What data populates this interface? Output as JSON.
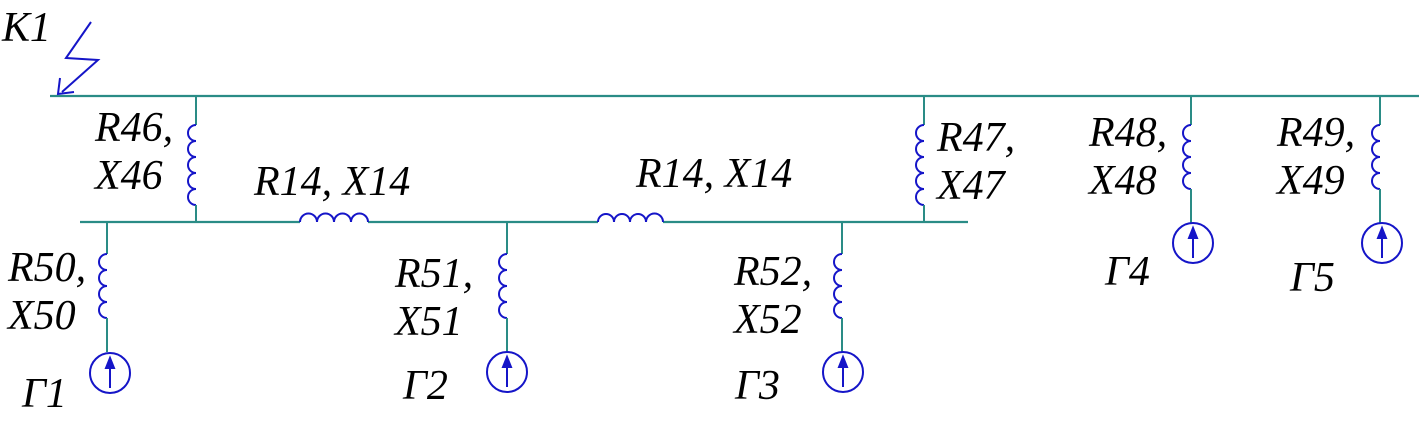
{
  "fault": {
    "label": "К1"
  },
  "branches": {
    "r46": {
      "line1": "R46,",
      "line2": "X46"
    },
    "r47": {
      "line1": "R47,",
      "line2": "X47"
    },
    "r48": {
      "line1": "R48,",
      "line2": "X48"
    },
    "r49": {
      "line1": "R49,",
      "line2": "X49"
    },
    "r50": {
      "line1": "R50,",
      "line2": "X50"
    },
    "r51": {
      "line1": "R51,",
      "line2": "X51"
    },
    "r52": {
      "line1": "R52,",
      "line2": "X52"
    },
    "r14a": {
      "label": "R14, X14"
    },
    "r14b": {
      "label": "R14, X14"
    }
  },
  "generators": {
    "g1": {
      "label": "Г1"
    },
    "g2": {
      "label": "Г2"
    },
    "g3": {
      "label": "Г3"
    },
    "g4": {
      "label": "Г4"
    },
    "g5": {
      "label": "Г5"
    }
  },
  "colors": {
    "bus": "#2a8c86",
    "element": "#1515c8",
    "text": "#000000"
  }
}
